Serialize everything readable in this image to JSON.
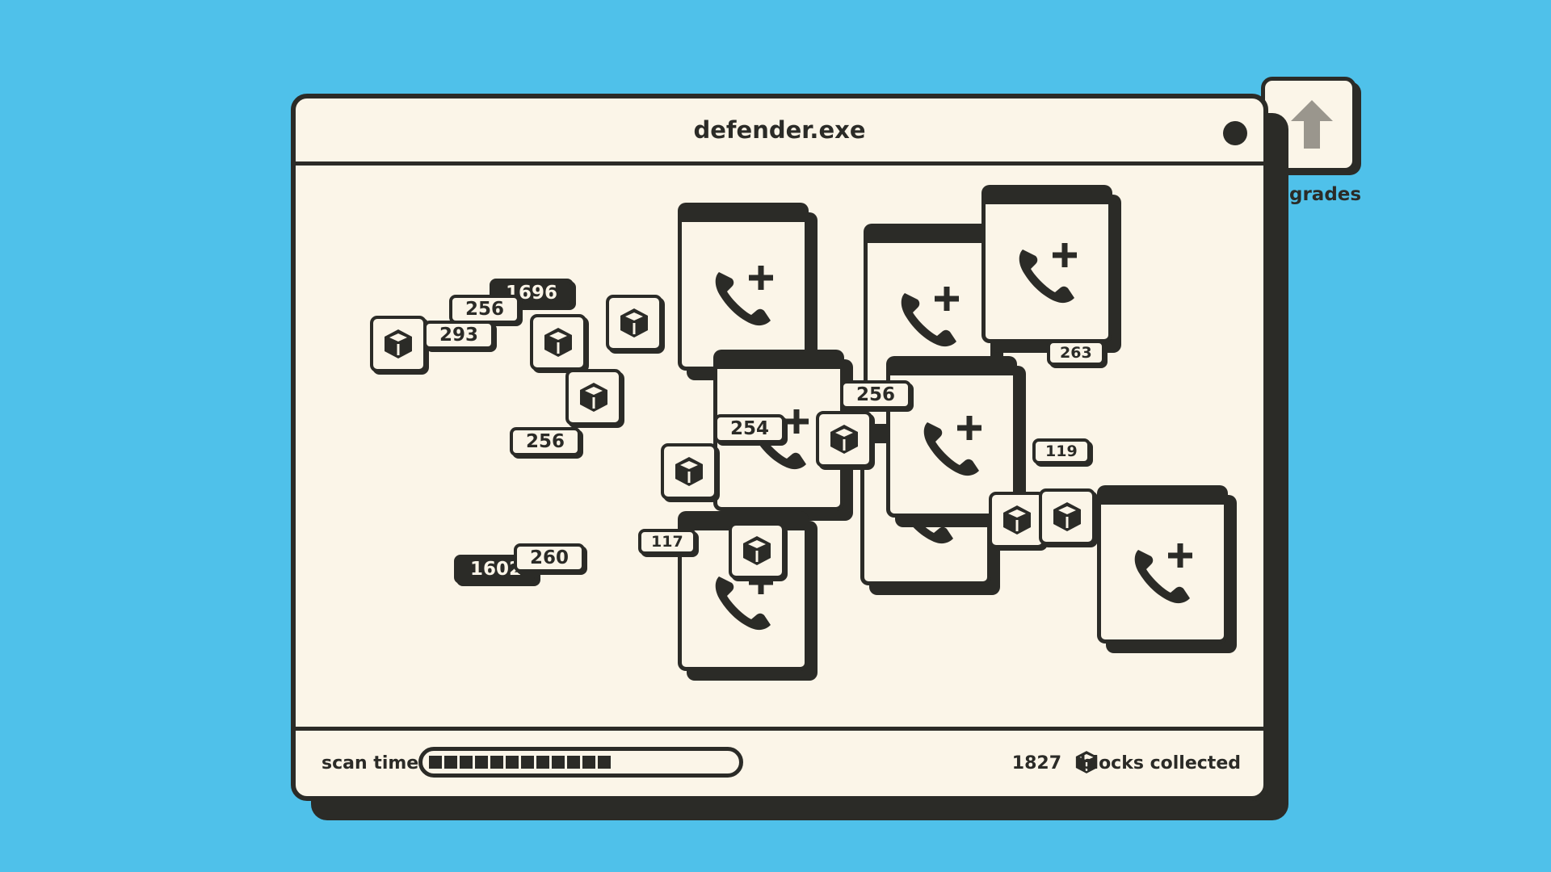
{
  "window": {
    "title": "defender.exe"
  },
  "footer": {
    "scan_label": "scan time",
    "scan_progress_fraction": 0.6,
    "blocks_count": "1827",
    "blocks_label": "blocks collected"
  },
  "upgrades": {
    "label": "grades"
  },
  "numbers": {
    "n1696": "1696",
    "n256a": "256",
    "n293": "293",
    "n256b": "256",
    "n260": "260",
    "n1602": "1602",
    "n254": "254",
    "n256c": "256",
    "n117": "117",
    "n119": "119",
    "n263": "263"
  },
  "icons": {
    "cube": "cube-icon",
    "phone": "phone-plus-icon",
    "close": "close-dot",
    "arrow": "arrow-up-icon"
  },
  "colors": {
    "background": "#4fc1ea",
    "window": "#fbf5e8",
    "ink": "#2b2b27",
    "arrow": "#9a968d"
  }
}
